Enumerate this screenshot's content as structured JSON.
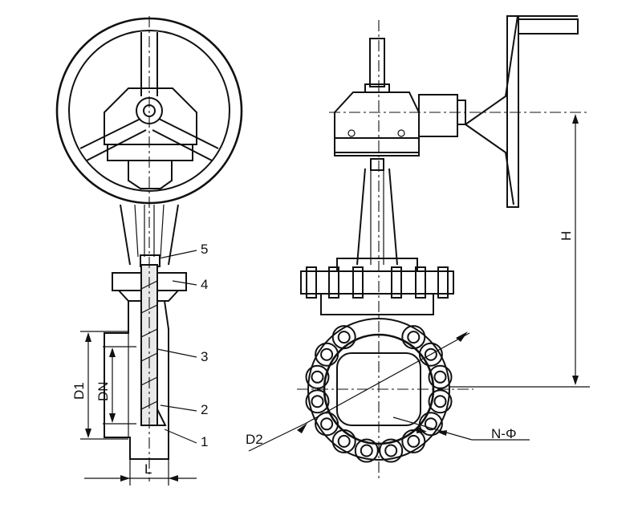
{
  "labels": {
    "part5": "5",
    "part4": "4",
    "part3": "3",
    "part2": "2",
    "part1": "1",
    "d1": "D1",
    "dn": "DN",
    "l": "L",
    "h": "H",
    "d2": "D2",
    "n_phi": "N-Φ"
  }
}
